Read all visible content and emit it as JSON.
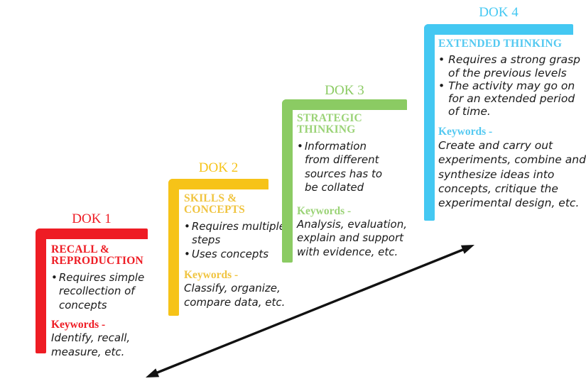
{
  "page": {
    "background": "#ffffff",
    "description": "Webb's Depth of Knowledge four-level staircase diagram"
  },
  "arrow": {
    "color": "#121212"
  },
  "levels": [
    {
      "title": "DOK 1",
      "color": "#ee1c24",
      "heading_color": "#ee1c24",
      "heading_lines": [
        "RECALL &",
        "REPRODUCTION"
      ],
      "bullets": [
        "Requires simple recollection of concepts"
      ],
      "keywords_label": "Keywords -",
      "keywords_text": "Identify, recall, measure, etc."
    },
    {
      "title": "DOK 2",
      "color": "#f6c318",
      "heading_color": "#f0c440",
      "heading_lines": [
        "SKILLS &",
        "CONCEPTS"
      ],
      "bullets": [
        "Requires multiple steps",
        "Uses concepts"
      ],
      "keywords_label": "Keywords -",
      "keywords_text": "Classify, organize, compare data, etc."
    },
    {
      "title": "DOK 3",
      "color": "#8bcb63",
      "heading_color": "#9bd377",
      "heading_lines": [
        "STRATEGIC",
        "THINKING"
      ],
      "bullets": [
        "Information from different sources has to be collated"
      ],
      "keywords_label": "Keywords -",
      "keywords_text": "Analysis, evaluation, explain and support with evidence, etc."
    },
    {
      "title": "DOK 4",
      "color": "#44c8f2",
      "heading_color": "#54c9f1",
      "heading_lines": [
        "EXTENDED THINKING"
      ],
      "bullets": [
        "Requires a strong grasp of the previous levels",
        "The activity may go on for an extended period of time."
      ],
      "keywords_label": "Keywords -",
      "keywords_text": "Create and carry out experiments, combine and synthesize ideas into concepts, critique the experimental design, etc."
    }
  ]
}
